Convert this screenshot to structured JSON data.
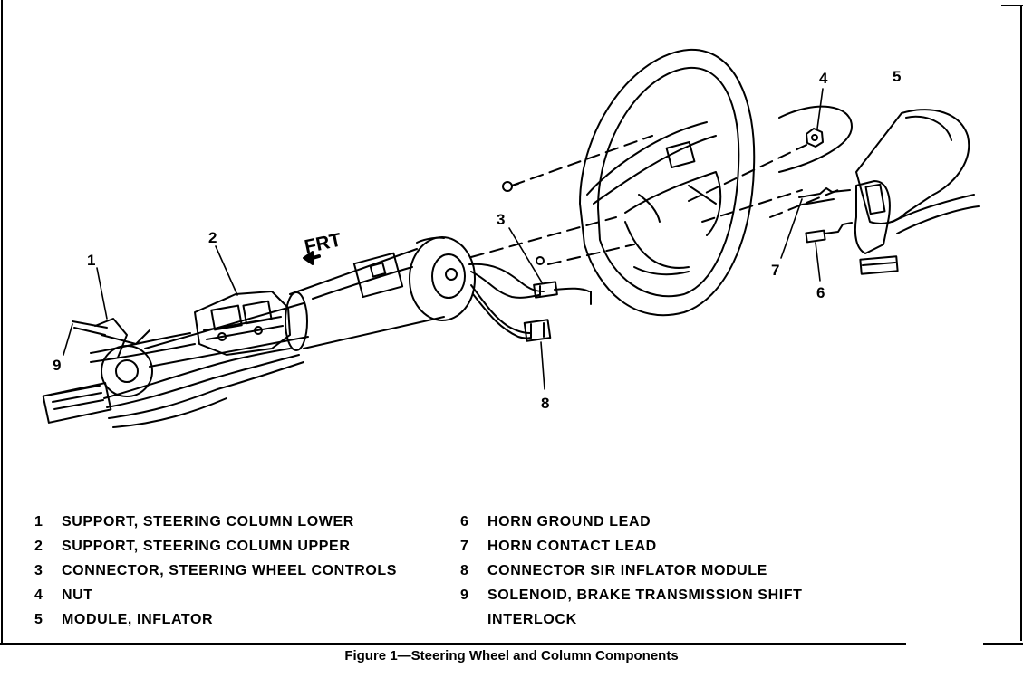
{
  "callouts": {
    "c1": "1",
    "c2": "2",
    "c3": "3",
    "c4": "4",
    "c5": "5",
    "c6": "6",
    "c7": "7",
    "c8": "8",
    "c9": "9"
  },
  "direction_label": "FRT",
  "legend": {
    "left": [
      {
        "num": "1",
        "text": "SUPPORT, STEERING COLUMN LOWER"
      },
      {
        "num": "2",
        "text": "SUPPORT, STEERING COLUMN UPPER"
      },
      {
        "num": "3",
        "text": "CONNECTOR, STEERING WHEEL CONTROLS"
      },
      {
        "num": "4",
        "text": "NUT"
      },
      {
        "num": "5",
        "text": "MODULE, INFLATOR"
      }
    ],
    "right": [
      {
        "num": "6",
        "text": "HORN GROUND LEAD"
      },
      {
        "num": "7",
        "text": "HORN CONTACT LEAD"
      },
      {
        "num": "8",
        "text": "CONNECTOR SIR INFLATOR MODULE"
      },
      {
        "num": "9",
        "text": "SOLENOID, BRAKE TRANSMISSION SHIFT"
      },
      {
        "num": "",
        "text": "INTERLOCK"
      }
    ]
  },
  "caption": "Figure 1—Steering Wheel and Column Components"
}
